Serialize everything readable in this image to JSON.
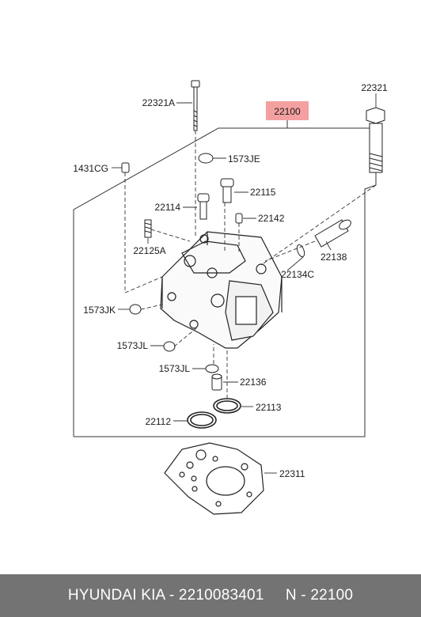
{
  "diagram": {
    "assembly_label": "22100",
    "parts": {
      "p22321A": "22321A",
      "p22321": "22321",
      "p1431CG": "1431CG",
      "p1573JE": "1573JE",
      "p22115": "22115",
      "p22114": "22114",
      "p22142": "22142",
      "p22125A": "22125A",
      "p22138": "22138",
      "p22134C": "22134C",
      "p1573JK": "1573JK",
      "p1573JL_a": "1573JL",
      "p1573JL_b": "1573JL",
      "p22136": "22136",
      "p22113": "22113",
      "p22112": "22112",
      "p22311": "22311"
    }
  },
  "footer": {
    "text": "HYUNDAI KIA - 2210083401     N - 22100"
  },
  "colors": {
    "assembly_highlight": "#f4a0a0",
    "footer_bg": "#737373",
    "line": "#333333"
  }
}
